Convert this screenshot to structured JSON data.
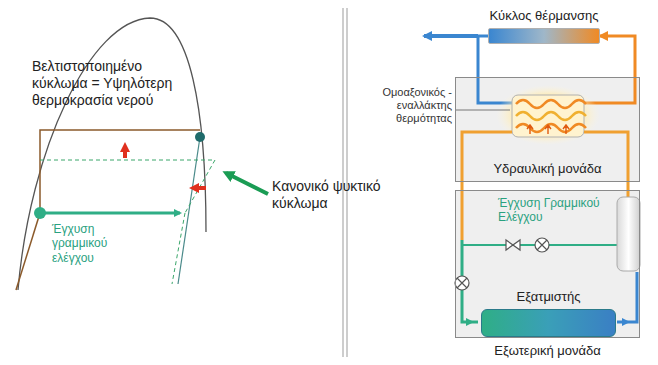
{
  "diagram": {
    "nodes": [
      {
        "text": [
          "Κύκλος θέρμανσης"
        ]
      },
      {
        "text": [
          "Υδραυλική μονάδα"
        ]
      },
      {
        "text": [
          "Εξωτερική μονάδα"
        ]
      },
      {
        "text": [
          "Εξατμιστής"
        ],
        "in": 2
      }
    ],
    "edges": [
      {
        "from": 1,
        "to": 0,
        "arrow": "to"
      },
      {
        "from": 0,
        "to": 1,
        "arrow": "none"
      }
    ],
    "labels": [
      "Βελτιστοποιημένο κύκλωμα = Υψηλότερη θερμοκρασία νερού",
      "Κανονικό ψυκτικό κύκλωμα",
      "Έγχυση γραμμικού ελέγχου",
      "Ομοαξονικός - εναλλάκτης θερμότητας",
      "Έγχυση Γραμμικού Ελέγχου"
    ]
  }
}
